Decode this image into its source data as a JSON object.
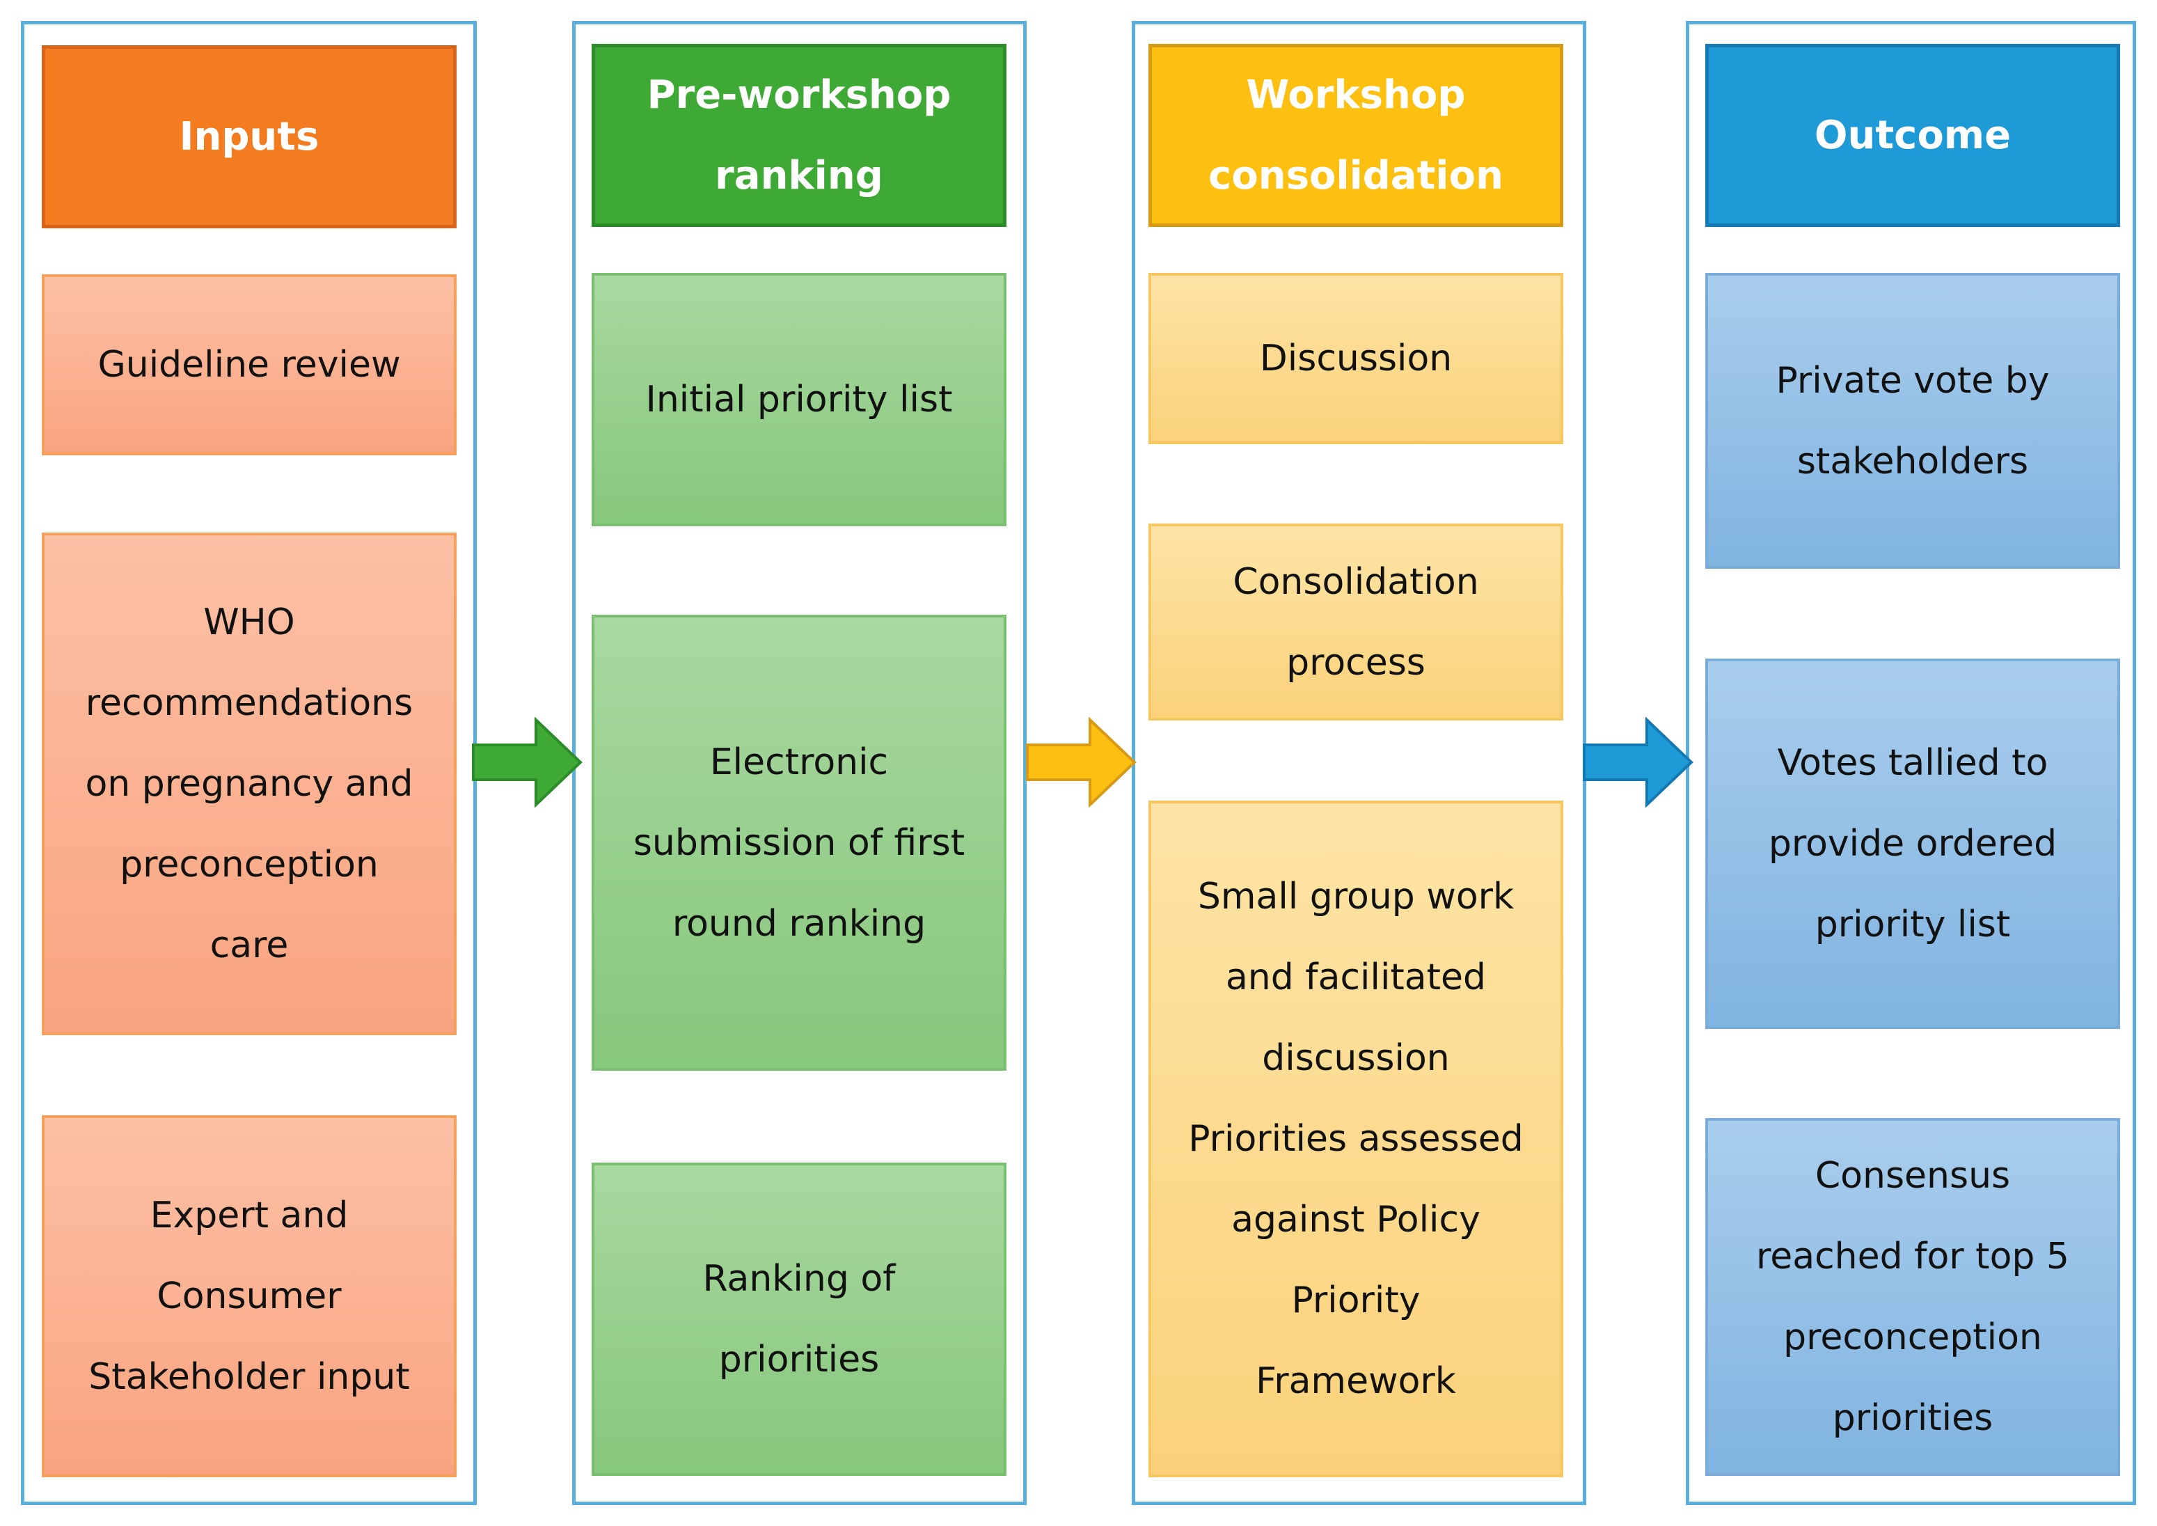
{
  "columns": [
    {
      "header": "Inputs",
      "colors": {
        "header_bg": "#f47c20",
        "header_border": "#d8631a",
        "box_top": "#fcc0a5",
        "box_bottom": "#f9a47f",
        "box_border": "#f4a05c"
      },
      "boxes": [
        "Guideline review",
        "WHO\nrecommendations\non pregnancy and\npreconception\ncare",
        "Expert and\nConsumer\nStakeholder input"
      ]
    },
    {
      "header": "Pre-workshop\nranking",
      "colors": {
        "header_bg": "#3eaa35",
        "header_border": "#2d8c2a",
        "box_top": "#a9d8a0",
        "box_bottom": "#86c87c",
        "box_border": "#7bbf72"
      },
      "boxes": [
        "Initial priority list",
        "Electronic\nsubmission of first\nround ranking",
        "Ranking of\npriorities"
      ]
    },
    {
      "header": "Workshop\nconsolidation",
      "colors": {
        "header_bg": "#fdc010",
        "header_border": "#d79a16",
        "box_top": "#fde4a6",
        "box_bottom": "#fbd27a",
        "box_border": "#f6c660"
      },
      "boxes": [
        "Discussion",
        "Consolidation\nprocess",
        "Small group work\nand facilitated\ndiscussion\nPriorities assessed\nagainst Policy\nPriority\nFramework"
      ]
    },
    {
      "header": "Outcome",
      "colors": {
        "header_bg": "#1e9ad6",
        "header_border": "#1479b3",
        "box_top": "#a9cdec",
        "box_bottom": "#80b4e1",
        "box_border": "#79acdb"
      },
      "boxes": [
        "Private vote by\nstakeholders",
        "Votes tallied to\nprovide ordered\npriority list",
        "Consensus\nreached for top 5\npreconception\npriorities"
      ]
    }
  ],
  "arrows": [
    {
      "color": "#3eaa35",
      "border": "#2d8c2a"
    },
    {
      "color": "#fdc010",
      "border": "#d79a16"
    },
    {
      "color": "#1e9ad6",
      "border": "#1479b3"
    }
  ]
}
